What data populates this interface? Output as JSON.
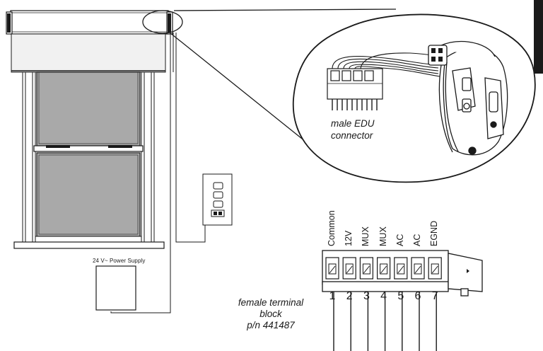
{
  "labels": {
    "power_supply": "24 V~ Power Supply",
    "male_connector_line1": "male EDU",
    "male_connector_line2": "connector",
    "terminal_block_line1": "female terminal",
    "terminal_block_line2": "block",
    "terminal_block_line3": "p/n 441487"
  },
  "terminals": [
    {
      "number": "1",
      "name": "Common"
    },
    {
      "number": "2",
      "name": "12V"
    },
    {
      "number": "3",
      "name": "MUX"
    },
    {
      "number": "4",
      "name": "MUX"
    },
    {
      "number": "5",
      "name": "AC"
    },
    {
      "number": "6",
      "name": "AC"
    },
    {
      "number": "7",
      "name": "EGND"
    }
  ],
  "colors": {
    "line": "#1a1a1a",
    "glass": "#a9a9a9",
    "shade": "#f1f1f1",
    "tab": "#1a1a1a"
  }
}
